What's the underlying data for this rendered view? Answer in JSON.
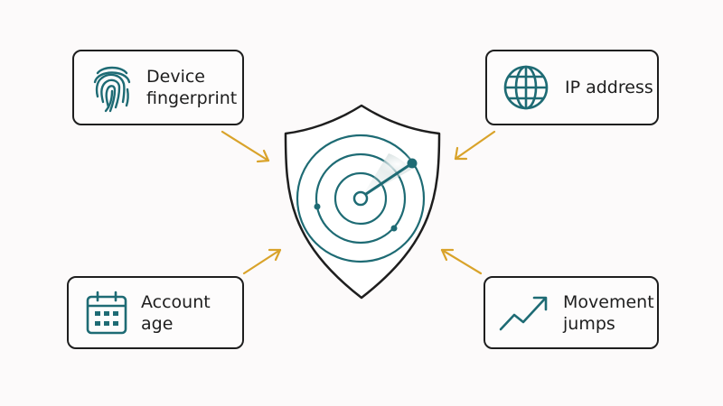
{
  "inputs": {
    "device_fingerprint": {
      "label": "Device\nfingerprint",
      "icon": "fingerprint-icon"
    },
    "ip_address": {
      "label": "IP address",
      "icon": "globe-icon"
    },
    "account_age": {
      "label": "Account age",
      "icon": "calendar-icon"
    },
    "movement_jumps": {
      "label": "Movement\njumps",
      "icon": "trend-up-icon"
    }
  },
  "center": {
    "icon": "shield-radar-icon"
  },
  "colors": {
    "outline": "#1e1e1e",
    "teal": "#1e6b74",
    "arrow": "#d9a32a",
    "background": "#fcfafa"
  }
}
